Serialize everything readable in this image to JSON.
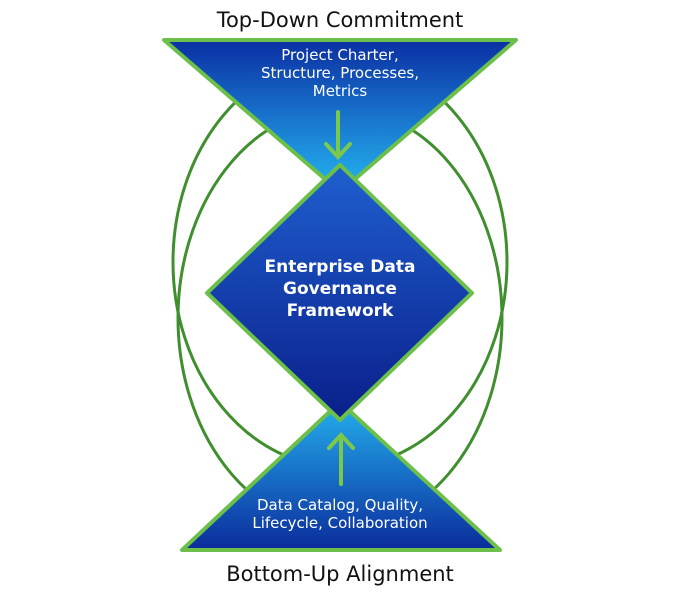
{
  "top_caption": "Top-Down Commitment",
  "bottom_caption": "Bottom-Up Alignment",
  "top_triangle": {
    "lines": [
      "Project Charter,",
      "Structure, Processes,",
      "Metrics"
    ]
  },
  "center_diamond": {
    "lines": [
      "Enterprise Data",
      "Governance",
      "Framework"
    ]
  },
  "bottom_triangle": {
    "lines": [
      "Data Catalog, Quality,",
      "Lifecycle, Collaboration"
    ]
  },
  "colors": {
    "green": "#6cc04a",
    "arc_green": "#3f8f2e",
    "blue_dark": "#0a2a9a",
    "blue_light": "#1ea8ee"
  }
}
